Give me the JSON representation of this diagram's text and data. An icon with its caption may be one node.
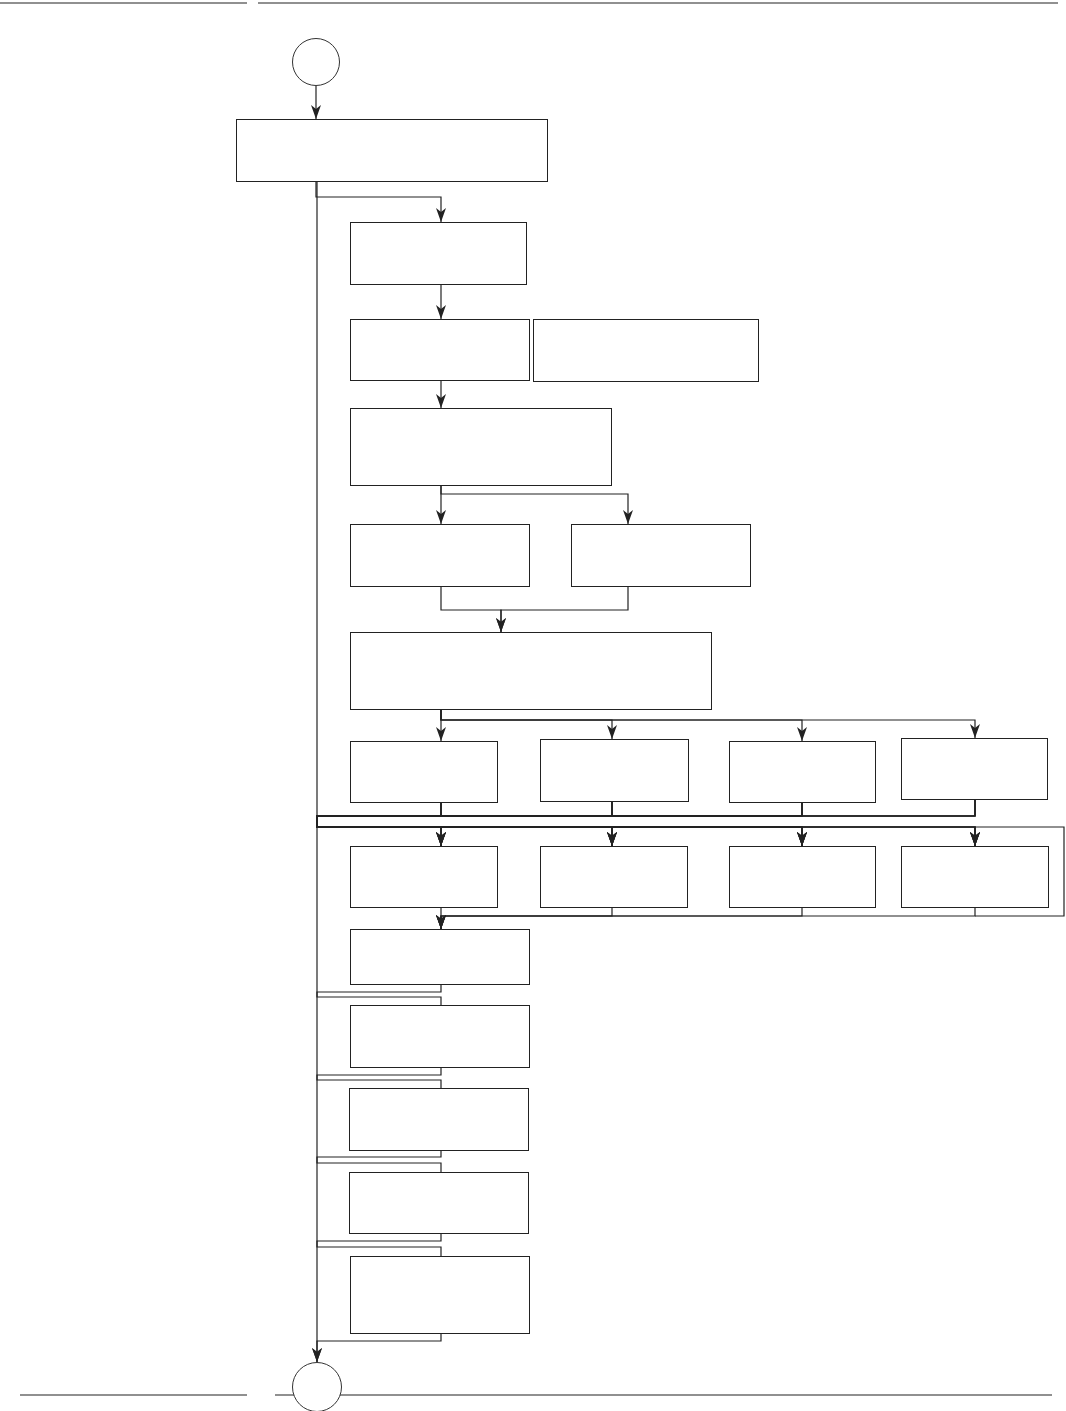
{
  "diagram": {
    "nodes": [
      {
        "text": [],
        "shape": "circle"
      },
      {
        "text": [],
        "shape": "box"
      },
      {
        "text": [],
        "shape": "box"
      },
      {
        "text": [],
        "shape": "box"
      },
      {
        "text": [],
        "shape": "box"
      },
      {
        "text": [],
        "shape": "box"
      },
      {
        "text": [],
        "shape": "box"
      },
      {
        "text": [],
        "shape": "box"
      },
      {
        "text": [],
        "shape": "box"
      },
      {
        "text": [],
        "shape": "box"
      },
      {
        "text": [],
        "shape": "box"
      },
      {
        "text": [],
        "shape": "box"
      },
      {
        "text": [],
        "shape": "box"
      },
      {
        "text": [],
        "shape": "box"
      },
      {
        "text": [],
        "shape": "box"
      },
      {
        "text": [],
        "shape": "box"
      },
      {
        "text": [],
        "shape": "box"
      },
      {
        "text": [],
        "shape": "box"
      },
      {
        "text": [],
        "shape": "box"
      },
      {
        "text": [],
        "shape": "box"
      },
      {
        "text": [],
        "shape": "box"
      },
      {
        "text": [],
        "shape": "box"
      },
      {
        "text": [],
        "shape": "circle"
      }
    ],
    "edges": [
      {
        "from": 0,
        "to": 1,
        "arrow": "to"
      },
      {
        "from": 1,
        "to": 2,
        "arrow": "to"
      },
      {
        "from": 2,
        "to": 3,
        "arrow": "to"
      },
      {
        "from": 3,
        "to": 5,
        "arrow": "to"
      },
      {
        "from": 5,
        "to": 6,
        "arrow": "to"
      },
      {
        "from": 5,
        "to": 7,
        "arrow": "to"
      },
      {
        "from": 6,
        "to": 8,
        "arrow": "to"
      },
      {
        "from": 7,
        "to": 8,
        "arrow": "to"
      },
      {
        "from": 8,
        "to": 9,
        "arrow": "to"
      },
      {
        "from": 8,
        "to": 10,
        "arrow": "to"
      },
      {
        "from": 8,
        "to": 11,
        "arrow": "to"
      },
      {
        "from": 8,
        "to": 12,
        "arrow": "to"
      },
      {
        "from": 9,
        "to": 13,
        "arrow": "to"
      },
      {
        "from": 9,
        "to": 14,
        "arrow": "to"
      },
      {
        "from": 9,
        "to": 15,
        "arrow": "to"
      },
      {
        "from": 9,
        "to": 16,
        "arrow": "to"
      },
      {
        "from": 10,
        "to": 13,
        "arrow": "to"
      },
      {
        "from": 10,
        "to": 14,
        "arrow": "to"
      },
      {
        "from": 10,
        "to": 15,
        "arrow": "to"
      },
      {
        "from": 10,
        "to": 16,
        "arrow": "to"
      },
      {
        "from": 11,
        "to": 13,
        "arrow": "to"
      },
      {
        "from": 11,
        "to": 14,
        "arrow": "to"
      },
      {
        "from": 11,
        "to": 15,
        "arrow": "to"
      },
      {
        "from": 11,
        "to": 16,
        "arrow": "to"
      },
      {
        "from": 12,
        "to": 13,
        "arrow": "to"
      },
      {
        "from": 12,
        "to": 14,
        "arrow": "to"
      },
      {
        "from": 12,
        "to": 15,
        "arrow": "to"
      },
      {
        "from": 12,
        "to": 16,
        "arrow": "to"
      },
      {
        "from": 13,
        "to": 17,
        "arrow": "to"
      },
      {
        "from": 14,
        "to": 17,
        "arrow": "to"
      },
      {
        "from": 15,
        "to": 17,
        "arrow": "to"
      },
      {
        "from": 16,
        "to": 17,
        "arrow": "to"
      },
      {
        "from": 17,
        "to": 18,
        "arrow": "none"
      },
      {
        "from": 18,
        "to": 19,
        "arrow": "none"
      },
      {
        "from": 19,
        "to": 20,
        "arrow": "none"
      },
      {
        "from": 20,
        "to": 21,
        "arrow": "none"
      },
      {
        "from": 21,
        "to": 22,
        "arrow": "to"
      },
      {
        "from": 1,
        "to": 22,
        "arrow": "to"
      }
    ]
  }
}
